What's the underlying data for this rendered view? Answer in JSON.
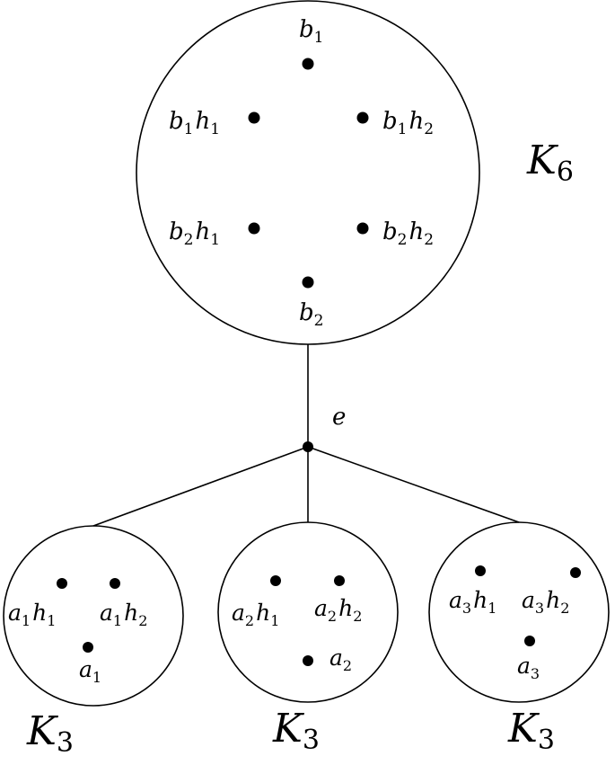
{
  "top_group": {
    "label": "K",
    "label_sub": "6",
    "vertices": {
      "b1": {
        "base": "b",
        "sub": "1"
      },
      "b1h1": {
        "base1": "b",
        "sub1": "1",
        "base2": "h",
        "sub2": "1"
      },
      "b1h2": {
        "base1": "b",
        "sub1": "1",
        "base2": "h",
        "sub2": "2"
      },
      "b2h1": {
        "base1": "b",
        "sub1": "2",
        "base2": "h",
        "sub2": "1"
      },
      "b2h2": {
        "base1": "b",
        "sub1": "2",
        "base2": "h",
        "sub2": "2"
      },
      "b2": {
        "base": "b",
        "sub": "2"
      }
    }
  },
  "edge_label": "e",
  "bottom_groups": [
    {
      "label": "K",
      "label_sub": "3",
      "v_h1": {
        "base1": "a",
        "sub1": "1",
        "base2": "h",
        "sub2": "1"
      },
      "v_h2": {
        "base1": "a",
        "sub1": "1",
        "base2": "h",
        "sub2": "2"
      },
      "v_a": {
        "base": "a",
        "sub": "1"
      }
    },
    {
      "label": "K",
      "label_sub": "3",
      "v_h1": {
        "base1": "a",
        "sub1": "2",
        "base2": "h",
        "sub2": "1"
      },
      "v_h2": {
        "base1": "a",
        "sub1": "2",
        "base2": "h",
        "sub2": "2"
      },
      "v_a": {
        "base": "a",
        "sub": "2"
      }
    },
    {
      "label": "K",
      "label_sub": "3",
      "v_h1": {
        "base1": "a",
        "sub1": "3",
        "base2": "h",
        "sub2": "1"
      },
      "v_h2": {
        "base1": "a",
        "sub1": "3",
        "base2": "h",
        "sub2": "2"
      },
      "v_a": {
        "base": "a",
        "sub": "3"
      }
    }
  ]
}
